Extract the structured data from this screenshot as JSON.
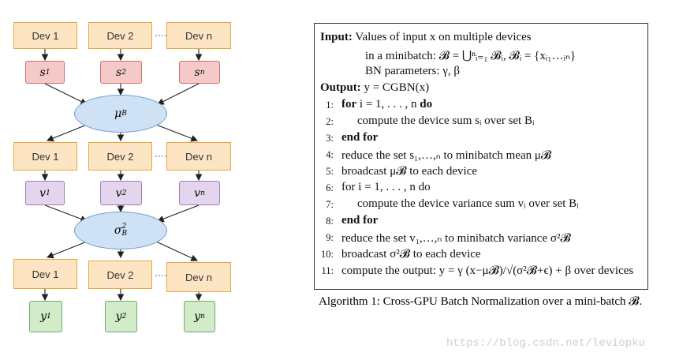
{
  "diagram": {
    "dev_labels": [
      "Dev 1",
      "Dev 2",
      "Dev n"
    ],
    "ellipsis": "····",
    "s_nodes": [
      "s",
      "s",
      "s"
    ],
    "s_subs": [
      "1",
      "2",
      "n"
    ],
    "v_nodes": [
      "v",
      "v",
      "v"
    ],
    "v_subs": [
      "1",
      "2",
      "n"
    ],
    "y_nodes": [
      "y",
      "y",
      "y"
    ],
    "y_subs": [
      "1",
      "2",
      "n"
    ],
    "mu": "μ",
    "mu_sub": "B",
    "sigma": "σ",
    "sigma_sup": "2",
    "sigma_sub": "B"
  },
  "algorithm": {
    "input_label": "Input:",
    "input_text": "Values of input x on multiple devices",
    "input_line2": "in a minibatch: 𝓑 = ⋃ⁿᵢ₌₁ 𝓑ᵢ, 𝓑ᵢ = {xᵢ₁…ᵢₙ}",
    "input_line3": "BN parameters: γ, β",
    "output_label": "Output:",
    "output_text": "y = CGBN(x)",
    "steps": [
      {
        "n": "1:",
        "text": "for i = 1, . . . , n do"
      },
      {
        "n": "2:",
        "text": "compute the device sum sᵢ over set Bᵢ"
      },
      {
        "n": "3:",
        "text": "end for"
      },
      {
        "n": "4:",
        "text": "reduce the set s₁,…,ₙ to minibatch mean μ𝓑"
      },
      {
        "n": "5:",
        "text": "broadcast μ𝓑 to each device"
      },
      {
        "n": "6:",
        "text": "for i = 1, . . . , n do"
      },
      {
        "n": "7:",
        "text": "compute the device variance sum vᵢ over set Bᵢ"
      },
      {
        "n": "8:",
        "text": "end for"
      },
      {
        "n": "9:",
        "text": "reduce the set v₁,…,ₙ to minibatch variance σ²𝓑"
      },
      {
        "n": "10:",
        "text": "broadcast σ²𝓑 to each device"
      },
      {
        "n": "11:",
        "text": "compute the output: y = γ (x−μ𝓑)/√(σ²𝓑+ϵ) + β over devices"
      }
    ]
  },
  "caption": "Algorithm 1: Cross-GPU Batch Normalization over a mini-batch 𝓑.",
  "watermark": "https://blog.csdn.net/leviopku"
}
